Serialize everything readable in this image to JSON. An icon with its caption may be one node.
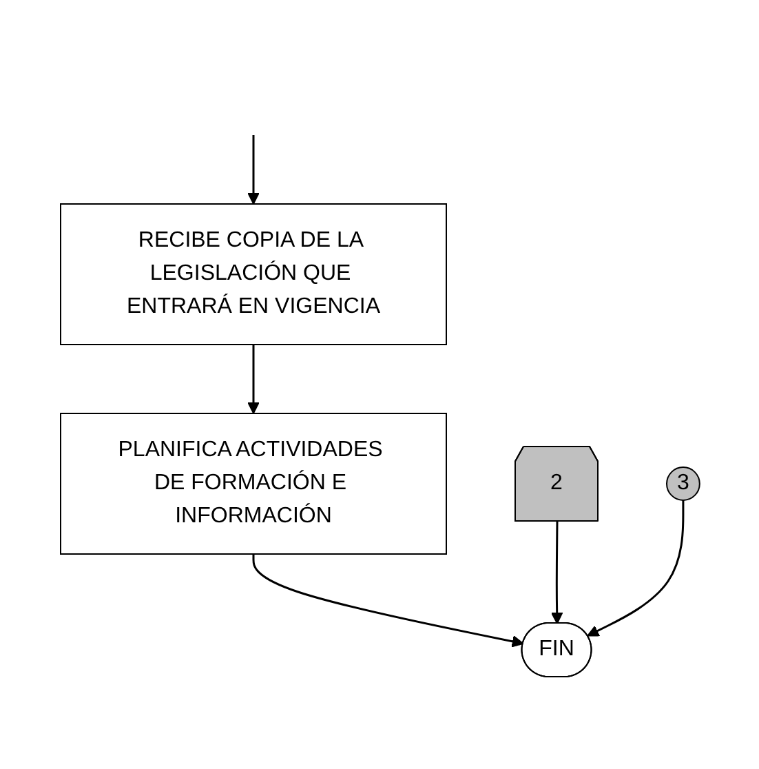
{
  "diagram": {
    "nodes": [
      {
        "text": [
          "RECIBE COPIA DE LA LEGISLACIÓN QUE ENTRARÁ EN VIGENCIA"
        ]
      },
      {
        "text": [
          "PLANIFICA ACTIVIDADES DE FORMACIÓN E INFORMACIÓN"
        ]
      },
      {
        "text": [
          "2"
        ]
      },
      {
        "text": [
          "3"
        ]
      },
      {
        "text": [
          "FIN"
        ]
      }
    ],
    "edges": [
      {
        "from": null,
        "to": 0,
        "arrow": "to"
      },
      {
        "from": 0,
        "to": 1,
        "arrow": "to"
      },
      {
        "from": 1,
        "to": 4,
        "arrow": "to"
      },
      {
        "from": 2,
        "to": 4,
        "arrow": "to"
      },
      {
        "from": 3,
        "to": 4,
        "arrow": "to"
      }
    ]
  }
}
